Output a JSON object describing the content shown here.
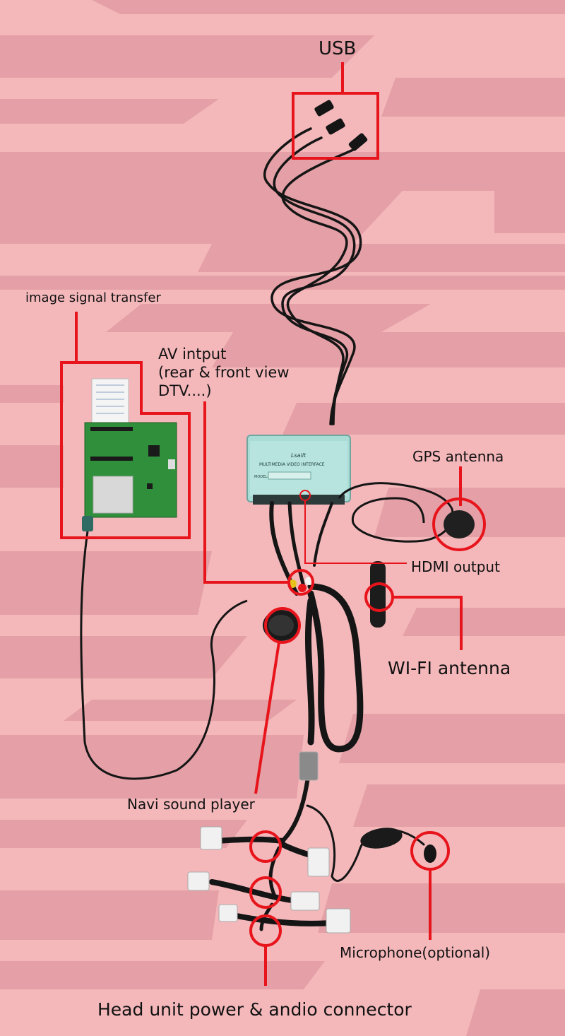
{
  "labels": {
    "usb": "USB",
    "image_signal": "image signal transfer",
    "av_line1": "AV intput",
    "av_line2": "(rear & front view",
    "av_line3": "DTV....)",
    "gps": "GPS antenna",
    "hdmi": "HDMI output",
    "wifi": "WI-FI antenna",
    "navi": "Navi sound player",
    "microphone": "Microphone(optional)",
    "head_unit": "Head unit power & andio connector"
  },
  "device": {
    "brand": "Lsailt",
    "title": "MULTIMEDIA VIDEO INTERFACE",
    "model_label": "MODEL:"
  },
  "colors": {
    "background": "#f4b8bb",
    "stripe": "#e4a0a6",
    "annotation": "#e8141c",
    "cable": "#151515",
    "module": "#a9dcd5",
    "pcb": "#2f8f3a"
  }
}
